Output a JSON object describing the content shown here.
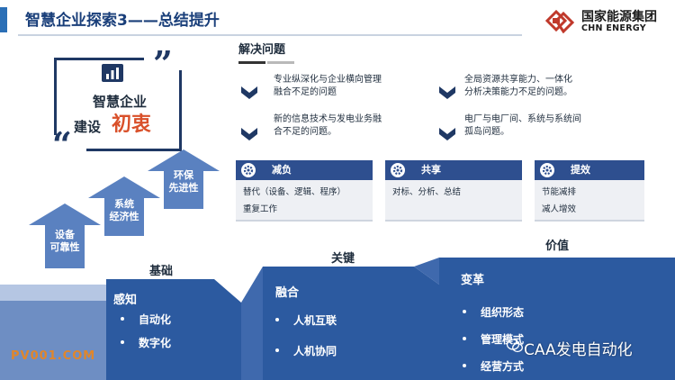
{
  "header": {
    "title": "智慧企业探索3——总结提升",
    "logo_cn": "国家能源集团",
    "logo_en": "CHN ENERGY"
  },
  "card": {
    "line1": "智慧企业",
    "line2_prefix": "建设",
    "line2_highlight": "初衷"
  },
  "arrows": [
    {
      "lines": [
        "设备",
        "可靠性"
      ]
    },
    {
      "lines": [
        "系统",
        "经济性"
      ]
    },
    {
      "lines": [
        "环保",
        "先进性"
      ]
    }
  ],
  "problems": {
    "title": "解决问题",
    "items": [
      [
        "专业纵深化与企业横向管理",
        "融合不足的问题"
      ],
      [
        "全局资源共享能力、一体化",
        "分析决策能力不足的问题。"
      ],
      [
        "新的信息技术与发电业务融",
        "合不足的问题。"
      ],
      [
        "电厂与电厂间、系统与系统间",
        "孤岛问题。"
      ]
    ]
  },
  "categories": [
    {
      "title": "减负",
      "lines": [
        "替代（设备、逻辑、程序）",
        "重复工作"
      ]
    },
    {
      "title": "共享",
      "lines": [
        "对标、分析、总结"
      ]
    },
    {
      "title": "提效",
      "lines": [
        "节能减排",
        "减人增效"
      ]
    }
  ],
  "layers": {
    "label_base": "基础",
    "label_key": "关键",
    "label_value": "价值",
    "bands": [
      {
        "title": "感知",
        "items": [
          "自动化",
          "数字化"
        ]
      },
      {
        "title": "融合",
        "items": [
          "人机互联",
          "人机协同"
        ]
      },
      {
        "title": "变革",
        "items": [
          "组织形态",
          "管理模式",
          "经营方式"
        ]
      }
    ]
  },
  "watermarks": {
    "left": "PV001.COM",
    "right": "CAA发电自动化"
  },
  "colors": {
    "navy": "#1f3864",
    "band": "#2c5aa0",
    "accent": "#d9502a",
    "header_blue": "#1a3f7a"
  }
}
